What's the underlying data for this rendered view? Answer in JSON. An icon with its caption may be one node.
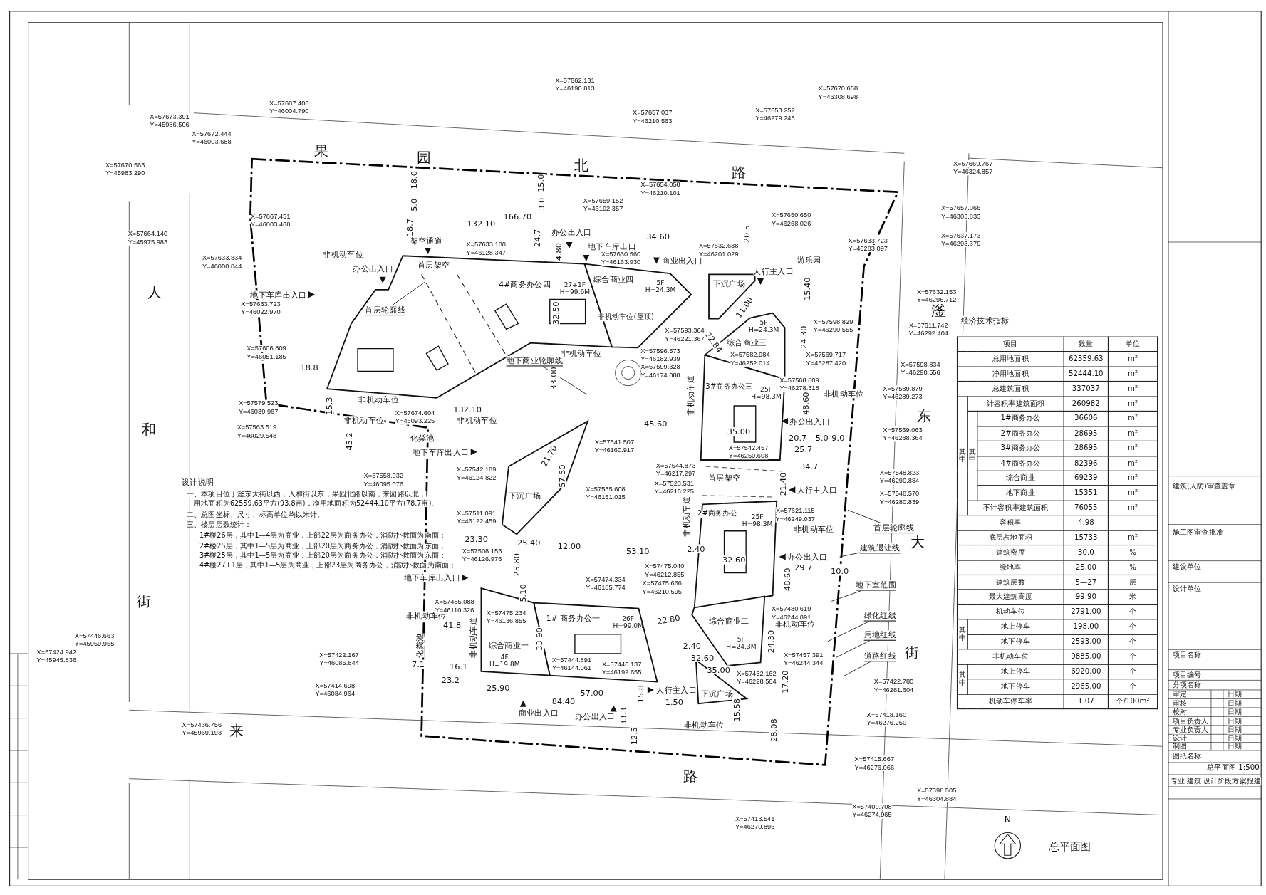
{
  "diagram": {
    "nodes": [
      {
        "text": [
          "4#商务办公四",
          "27+1F H=99.6M",
          "首层架空"
        ]
      },
      {
        "text": [
          "综合商业四",
          "5F H=24.3M",
          "非机动车位(屋顶)"
        ]
      },
      {
        "text": [
          "5F H=24.3M",
          "综合商业三"
        ]
      },
      {
        "text": [
          "3#商务办公三",
          "25F H=98.3M"
        ]
      },
      {
        "text": [
          "2#商务办公二",
          "25F H=98.3M"
        ]
      },
      {
        "text": [
          "综合商业二",
          "5F H=24.3M"
        ]
      },
      {
        "text": [
          "1# 商务办公一",
          "26F H=99.0M"
        ]
      },
      {
        "text": [
          "综合商业一",
          "4F H=19.8M"
        ]
      },
      {
        "text": [
          "下沉广场"
        ]
      },
      {
        "text": [
          "下沉广场"
        ]
      },
      {
        "text": [
          "下沉广场"
        ]
      },
      {
        "text": [
          "首层轮廓线"
        ],
        "in": 0
      },
      {
        "text": [
          "地下商业轮廓线"
        ]
      },
      {
        "text": [
          "首层轮廓线"
        ]
      },
      {
        "text": [
          "建筑退让线"
        ]
      },
      {
        "text": [
          "地下室范围"
        ]
      },
      {
        "text": [
          "绿化红线"
        ]
      },
      {
        "text": [
          "用地红线"
        ]
      },
      {
        "text": [
          "道路红线"
        ]
      }
    ],
    "edges": [
      {
        "from": 11,
        "to": null,
        "arrow": "none"
      },
      {
        "from": 12,
        "to": null,
        "arrow": "none"
      },
      {
        "from": 13,
        "to": null,
        "arrow": "none"
      },
      {
        "from": 14,
        "to": null,
        "arrow": "none"
      },
      {
        "from": 15,
        "to": null,
        "arrow": "none"
      },
      {
        "from": 16,
        "to": null,
        "arrow": "none"
      },
      {
        "from": 17,
        "to": null,
        "arrow": "none"
      },
      {
        "from": 18,
        "to": null,
        "arrow": "none"
      }
    ],
    "labels": [
      "果",
      "园",
      "北",
      "路",
      "人",
      "和",
      "街",
      "滏",
      "东",
      "大",
      "街",
      "来",
      "路",
      "架空通道",
      "办公出入口",
      "地下车库出口",
      "商业出入口",
      "非机动车位",
      "办公出入口",
      "地下车库出入口",
      "非机动车位",
      "非机动车位",
      "非机动车位",
      "非机动车位",
      "化粪池",
      "地下车库出入口",
      "游乐园",
      "人行主入口",
      "非机动车位",
      "办公出入口",
      "首层架空",
      "人行主入口",
      "非机动车位",
      "办公出入口",
      "非机动车位",
      "非机动车道",
      "非机动车道",
      "地下车库出入口",
      "非机动车位",
      "非机动车道",
      "化粪池",
      "人行主入口",
      "商业出入口",
      "办公出入口",
      "非机动车位",
      "18.0",
      "5.0",
      "18.7",
      "15.0",
      "3.0",
      "24.7",
      "4.80",
      "132.10",
      "166.70",
      "34.60",
      "32.50",
      "18.8",
      "15.3",
      "45.2",
      "132.10",
      "33.00",
      "45.60",
      "20.5",
      "11.00",
      "22.84",
      "15.40",
      "24.30",
      "48.60",
      "35.00",
      "20.7",
      "5.0",
      "9.0",
      "25.7",
      "34.7",
      "21.40",
      "2.40",
      "32.60",
      "29.7",
      "48.60",
      "10.0",
      "21.70",
      "57.50",
      "23.30",
      "25.40",
      "12.00",
      "53.10",
      "25.80",
      "5.10",
      "33.90",
      "41.8",
      "22.80",
      "2.40",
      "32.60",
      "35.00",
      "24.30",
      "17.20",
      "7.1",
      "16.1",
      "23.2",
      "25.90",
      "57.00",
      "84.40",
      "1.50",
      "33.3",
      "15.8",
      "15.58",
      "12.5",
      "28.08",
      "X=57662.131",
      "Y=46190.813",
      "X=57687.406",
      "Y=46004.790",
      "X=57673.391",
      "Y=45986.506",
      "X=57672.444",
      "Y=46003.688",
      "X=57670.563",
      "Y=45983.290",
      "X=57667.451",
      "Y=46003.468",
      "X=57664.140",
      "Y=45975.983",
      "X=57633.834",
      "Y=46000.844",
      "X=57633.723",
      "Y=46022.970",
      "X=57606.809",
      "Y=46051.185",
      "X=57579.523",
      "Y=46039.967",
      "X=57563.519",
      "Y=46029.548",
      "X=57657.037",
      "Y=46210.563",
      "X=57654.058",
      "Y=46210.101",
      "X=57659.152",
      "Y=46192.357",
      "X=57653.252",
      "Y=46279.245",
      "X=57670.658",
      "Y=46308.698",
      "X=57650.650",
      "Y=46268.026",
      "X=57633.180",
      "Y=46128.347",
      "X=57630.560",
      "Y=46163.930",
      "X=57632.638",
      "Y=46201.029",
      "X=57633.723",
      "Y=46283.097",
      "X=57669.767",
      "Y=46324.857",
      "X=57657.066",
      "Y=46303.833",
      "X=57637.173",
      "Y=46293.379",
      "X=57632.153",
      "Y=46296.712",
      "X=57593.364",
      "Y=46221.367",
      "X=57598.829",
      "Y=46290.555",
      "X=57611.742",
      "Y=46292.404",
      "X=57596.573",
      "Y=46182.939",
      "X=57599.328",
      "Y=46174.088",
      "X=57582.984",
      "Y=46252.014",
      "X=57569.717",
      "Y=46287.420",
      "X=57598.834",
      "Y=46290.556",
      "X=57568.809",
      "Y=46278.318",
      "X=57589.879",
      "Y=46289.273",
      "X=57674.604",
      "Y=46093.225",
      "X=57569.063",
      "Y=46288.364",
      "X=57541.507",
      "Y=46160.917",
      "X=57542.457",
      "Y=46250.608",
      "X=57548.823",
      "Y=46290.884",
      "X=57558.032",
      "Y=46095.076",
      "X=57542.189",
      "Y=46124.822",
      "X=57535.608",
      "Y=46151.015",
      "X=57544.873",
      "Y=46217.297",
      "X=57523.531",
      "Y=46216.225",
      "X=57548.570",
      "Y=46280.839",
      "X=57621.115",
      "Y=46249.037",
      "X=57511.091",
      "Y=46122.459",
      "X=57508.153",
      "Y=46126.976",
      "X=57475.040",
      "Y=46212.855",
      "X=57474.334",
      "Y=46185.774",
      "X=57475.666",
      "Y=46210.595",
      "X=57485.088",
      "Y=46110.326",
      "X=57480.619",
      "Y=46244.891",
      "X=57475.234",
      "Y=46136.855",
      "X=57446.663",
      "Y=45959.955",
      "X=57424.942",
      "Y=45945.836",
      "X=57457.391",
      "Y=46244.344",
      "X=57422.167",
      "Y=46085.844",
      "X=57444.891",
      "Y=46144.061",
      "X=57440.137",
      "Y=46192.655",
      "X=57452.162",
      "Y=46228.564",
      "X=57422.780",
      "Y=46281.604",
      "X=57414.698",
      "Y=46084.964",
      "X=57418.160",
      "Y=46276.250",
      "X=57436.756",
      "Y=45969.193",
      "X=57415.667",
      "Y=46276.066",
      "X=57398.505",
      "Y=46304.884",
      "X=57400.708",
      "Y=46274.965",
      "X=57413.541",
      "Y=46270.896",
      "设计说明",
      "一、本项目位于滏东大街以西，人和街以东，果园北路以南，来园路以北，",
      "用地面积为62559.63平方(93.8亩)，净用地面积为52444.10平方(78.7亩)。",
      "二、总图坐标、尺寸、标高单位均以米计。",
      "三、楼层层数统计：",
      "1#楼26层，其中1—4层为商业，上部22层为商务办公，消防扑救面为南面；",
      "2#楼25层，其中1—5层为商业，上部20层为商务办公，消防扑救面为东面；",
      "3#楼25层，其中1—5层为商业，上部20层为商务办公，消防扑救面为东面；",
      "4#楼27+1层，其中1—5层为商业，上部23层为商务办公，消防扑救面为南面；",
      "经济技术指标",
      "项目",
      "数量",
      "单位",
      "总用地面积",
      "62559.63",
      "m²",
      "净用地面积",
      "52444.10",
      "m²",
      "总建筑面积",
      "337037",
      "m²",
      "其中",
      "计容积率建筑面积",
      "260982",
      "m²",
      "其中",
      "1#商务办公",
      "36606",
      "m²",
      "2#商务办公",
      "28695",
      "m²",
      "3#商务办公",
      "28695",
      "m²",
      "4#商务办公",
      "82396",
      "m²",
      "综合商业",
      "69239",
      "m²",
      "地下商业",
      "15351",
      "m²",
      "不计容积率建筑面积",
      "76055",
      "m²",
      "容积率",
      "4.98",
      "底层占地面积",
      "15733",
      "m²",
      "建筑密度",
      "30.0",
      "%",
      "绿地率",
      "25.00",
      "%",
      "建筑层数",
      "5—27",
      "层",
      "最大建筑高度",
      "99.90",
      "米",
      "机动车位",
      "2791.00",
      "个",
      "其中",
      "地上停车",
      "198.00",
      "个",
      "地下停车",
      "2593.00",
      "个",
      "非机动车位",
      "9885.00",
      "个",
      "其中",
      "地上停车",
      "6920.00",
      "个",
      "地下停车",
      "2965.00",
      "个",
      "机动车停车率",
      "1.07",
      "个/100m²",
      "建筑(人防)审查盖章",
      "施工图审查批准",
      "建设单位",
      "设计单位",
      "项目名称",
      "项目编号",
      "分项名称",
      "审定",
      "日期",
      "审核",
      "日期",
      "校对",
      "日期",
      "项目负责人",
      "日期",
      "专业负责人",
      "日期",
      "设计",
      "日期",
      "制图",
      "日期",
      "图纸名称",
      "总平面图 1:500",
      "专业",
      "建筑",
      "设计阶段",
      "方案报建",
      "N",
      "总平面图"
    ]
  }
}
